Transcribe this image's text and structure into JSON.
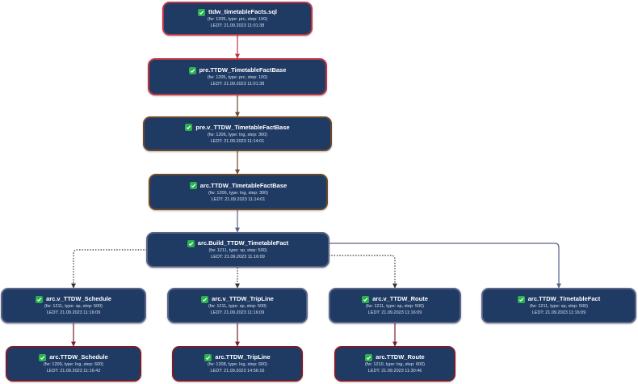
{
  "diagram": {
    "colors": {
      "node_fill": "#1f3a63",
      "check_green": "#29b24d",
      "border_red": "#c03543",
      "border_brown": "#6b4a2c",
      "border_slate": "#5a6487",
      "border_maroon": "#7a1d2b"
    },
    "nodes": [
      {
        "id": "n0",
        "title": "ttdw_timetableFacts.sql",
        "params": "(fw: 1205, type: prc, step: 100)",
        "ledt": "LEDT: 21.09.2023 11:01:38",
        "icon": "check-icon"
      },
      {
        "id": "n1",
        "title": "pre.TTDW_TimetableFactBase",
        "params": "(fw: 1205, type: prc, step: 100)",
        "ledt": "LEDT: 21.09.2023 11:01:38",
        "icon": "check-icon"
      },
      {
        "id": "n2",
        "title": "pre.v_TTDW_TimetableFactBase",
        "params": "(fw: 1206, type: lng, step: 300)",
        "ledt": "LEDT: 21.09.2023 11:14:01",
        "icon": "check-icon"
      },
      {
        "id": "n3",
        "title": "arc.TTDW_TimetableFactBase",
        "params": "(fw: 1206, type: lng, step: 300)",
        "ledt": "LEDT: 21.09.2023 11:14:01",
        "icon": "check-icon"
      },
      {
        "id": "n4",
        "title": "arc.Build_TTDW_TimetableFact",
        "params": "(fw: 1211, type: sp, step: 500)",
        "ledt": "LEDT: 21.09.2023 11:16:09",
        "icon": "check-icon"
      },
      {
        "id": "n5",
        "title": "arc.v_TTDW_Schedule",
        "params": "(fw: 1211, type: sp, step: 500)",
        "ledt": "LEDT: 21.09.2023 11:16:09",
        "icon": "check-icon"
      },
      {
        "id": "n6",
        "title": "arc.v_TTDW_TripLine",
        "params": "(fw: 1211, type: sp, step: 500)",
        "ledt": "LEDT: 21.09.2023 11:16:09",
        "icon": "check-icon"
      },
      {
        "id": "n7",
        "title": "arc.v_TTDW_Route",
        "params": "(fw: 1211, type: sp, step: 500)",
        "ledt": "LEDT: 21.09.2023 11:16:09",
        "icon": "check-icon"
      },
      {
        "id": "n8",
        "title": "arc.TTDW_TimetableFact",
        "params": "(fw: 1211, type: sp, step: 500)",
        "ledt": "LEDT: 21.09.2023 11:16:09",
        "icon": "check-icon"
      },
      {
        "id": "n9",
        "title": "arc.TTDW_Schedule",
        "params": "(fw: 1209, type: lng, step: 600)",
        "ledt": "LEDT: 21.09.2023 11:16:42",
        "icon": "check-icon"
      },
      {
        "id": "n10",
        "title": "arc.TTDW_TripLine",
        "params": "(fw: 1208, type: lng, step: 600)",
        "ledt": "LEDT: 21.09.2023 14:56:16",
        "icon": "check-icon"
      },
      {
        "id": "n11",
        "title": "arc.TTDW_Route",
        "params": "(fw: 1210, type: lng, step: 600)",
        "ledt": "LEDT: 21.09.2023 11:30:46",
        "icon": "check-icon"
      }
    ],
    "edges": [
      {
        "from": "n0",
        "to": "n1",
        "style": "solid",
        "color": "#c03543"
      },
      {
        "from": "n1",
        "to": "n2",
        "style": "solid",
        "color": "#6b4a2c"
      },
      {
        "from": "n2",
        "to": "n3",
        "style": "solid",
        "color": "#6b4a2c"
      },
      {
        "from": "n3",
        "to": "n4",
        "style": "solid",
        "color": "#5a6487"
      },
      {
        "from": "n4",
        "to": "n5",
        "style": "dotted",
        "color": "#333333"
      },
      {
        "from": "n4",
        "to": "n6",
        "style": "dotted",
        "color": "#333333"
      },
      {
        "from": "n4",
        "to": "n7",
        "style": "dotted",
        "color": "#333333"
      },
      {
        "from": "n4",
        "to": "n8",
        "style": "solid",
        "color": "#5a6487"
      },
      {
        "from": "n5",
        "to": "n9",
        "style": "solid",
        "color": "#7a1d2b"
      },
      {
        "from": "n6",
        "to": "n10",
        "style": "solid",
        "color": "#7a1d2b"
      },
      {
        "from": "n7",
        "to": "n11",
        "style": "solid",
        "color": "#7a1d2b"
      }
    ]
  }
}
